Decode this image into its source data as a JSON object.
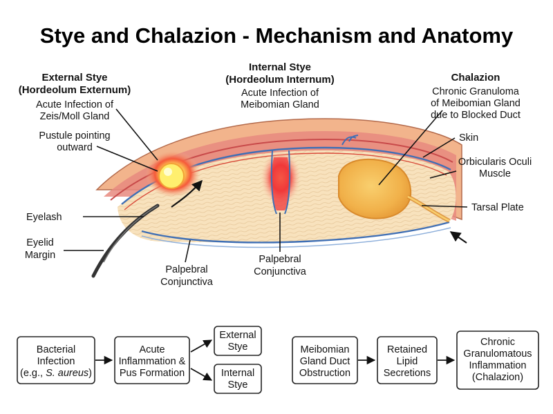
{
  "title": "Stye and Chalazion - Mechanism and Anatomy",
  "labels": {
    "external_title_1": "External Stye",
    "external_title_2": "(Hordeolum Externum)",
    "external_desc_1": "Acute Infection of",
    "external_desc_2": "Zeis/Moll Gland",
    "pustule_1": "Pustule pointing",
    "pustule_2": "outward",
    "eyelash": "Eyelash",
    "eyelid_margin_1": "Eyelid",
    "eyelid_margin_2": "Margin",
    "internal_title_1": "Internal Stye",
    "internal_title_2": "(Hordeolum Internum)",
    "internal_desc_1": "Acute Infection of",
    "internal_desc_2": "Meibomian Gland",
    "palpebral_left_1": "Palpebral",
    "palpebral_left_2": "Conjunctiva",
    "palpebral_mid_1": "Palpebral",
    "palpebral_mid_2": "Conjunctiva",
    "chalazion_title": "Chalazion",
    "chalazion_desc_1": "Chronic Granuloma",
    "chalazion_desc_2": "of Meibomian Gland",
    "chalazion_desc_3": "due to Blocked Duct",
    "skin": "Skin",
    "orbicularis_1": "Orbicularis Oculi",
    "orbicularis_2": "Muscle",
    "tarsal_plate": "Tarsal Plate"
  },
  "flow_left": {
    "bacterial": [
      "Bacterial",
      "Infection",
      "(e.g., ",
      "S. aureus",
      ")"
    ],
    "acute": [
      "Acute",
      "Inflammation &",
      "Pus Formation"
    ],
    "external": [
      "External",
      "Stye"
    ],
    "internal": [
      "Internal",
      "Stye"
    ]
  },
  "flow_right": {
    "obstruction": [
      "Meibomian",
      "Gland Duct",
      "Obstruction"
    ],
    "retained": [
      "Retained",
      "Lipid",
      "Secretions"
    ],
    "chronic": [
      "Chronic",
      "Granulomatous",
      "Inflammation",
      "(Chalazion)"
    ]
  },
  "colors": {
    "skin": "#f2b48c",
    "muscle": "#e7897f",
    "tarsal": "#f8e2bd",
    "conjunctiva_blue": "#3f6fb5",
    "vessel_red": "#d94a3a",
    "inflammation": "#f0383a",
    "pus_yellow": "#fff06a",
    "chalazion_orange": "#f3b64a"
  }
}
